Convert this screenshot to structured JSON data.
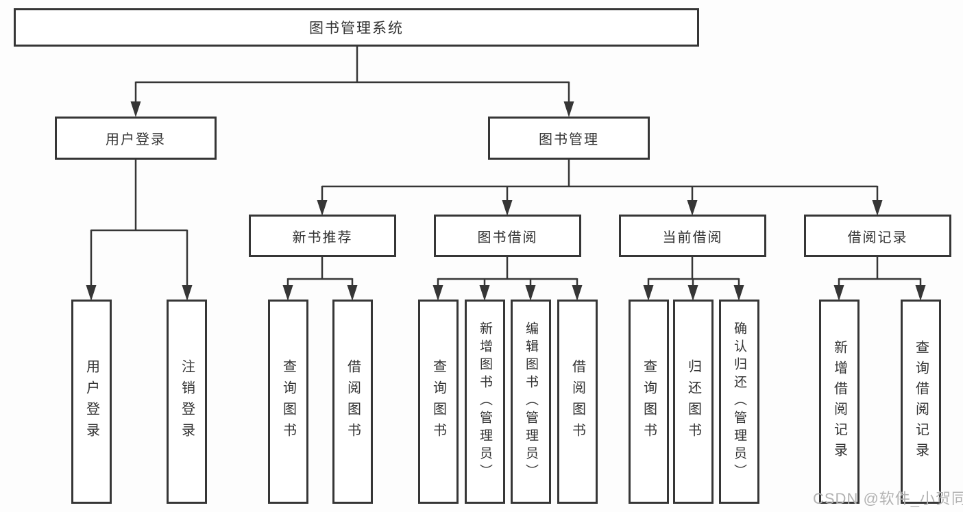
{
  "diagram": {
    "title": "图书管理系统",
    "type": "hierarchy-tree",
    "watermark": "CSDN @软件_小贺同学",
    "colors": {
      "line": "#363636",
      "box_border": "#363636",
      "box_fill": "#ffffff",
      "text": "#333333",
      "watermark": "#b2b2b2",
      "background": "#fdfdfd"
    }
  },
  "nodes": {
    "root": {
      "label": "图书管理系统"
    },
    "level2": [
      {
        "label": "用户登录"
      },
      {
        "label": "图书管理"
      }
    ],
    "level3": [
      {
        "label": "新书推荐",
        "parent": "图书管理"
      },
      {
        "label": "图书借阅",
        "parent": "图书管理"
      },
      {
        "label": "当前借阅",
        "parent": "图书管理"
      },
      {
        "label": "借阅记录",
        "parent": "图书管理"
      }
    ],
    "leaves": [
      {
        "label": "用户登录",
        "parent": "用户登录"
      },
      {
        "label": "注销登录",
        "parent": "用户登录"
      },
      {
        "label": "查询图书",
        "parent": "新书推荐"
      },
      {
        "label": "借阅图书",
        "parent": "新书推荐"
      },
      {
        "label": "查询图书",
        "parent": "图书借阅"
      },
      {
        "label": "新增图书（管理员）",
        "parent": "图书借阅"
      },
      {
        "label": "编辑图书（管理员）",
        "parent": "图书借阅"
      },
      {
        "label": "借阅图书",
        "parent": "图书借阅"
      },
      {
        "label": "查询图书",
        "parent": "当前借阅"
      },
      {
        "label": "归还图书",
        "parent": "当前借阅"
      },
      {
        "label": "确认归还（管理员）",
        "parent": "当前借阅"
      },
      {
        "label": "新增借阅记录",
        "parent": "借阅记录"
      },
      {
        "label": "查询借阅记录",
        "parent": "借阅记录"
      }
    ]
  }
}
